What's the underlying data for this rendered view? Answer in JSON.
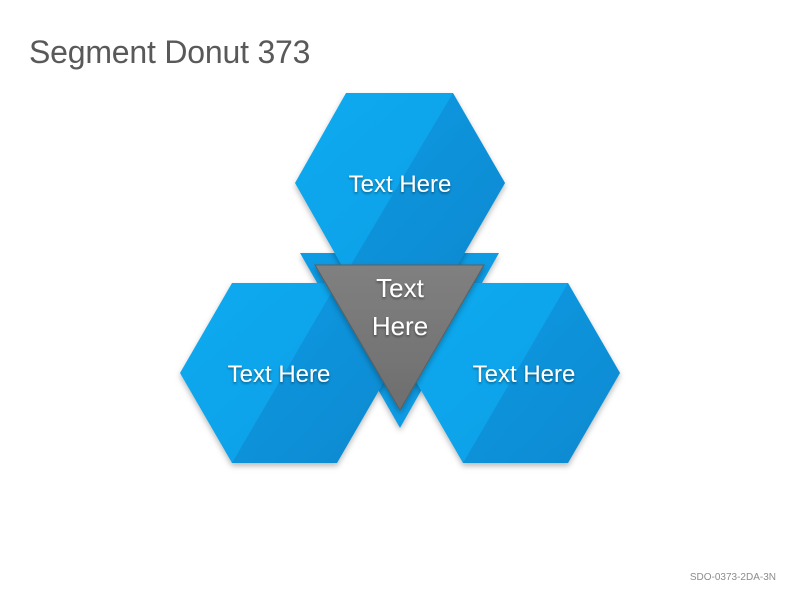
{
  "slide": {
    "title": "Segment Donut 373",
    "code": "SDO-0373-2DA-3N"
  },
  "diagram": {
    "segments": [
      {
        "id": "top",
        "label": "Text Here"
      },
      {
        "id": "left",
        "label": "Text Here"
      },
      {
        "id": "right",
        "label": "Text Here"
      }
    ],
    "center": {
      "line1": "Text",
      "line2": "Here"
    }
  },
  "colors": {
    "hexagon_light": "#0ba4ec",
    "hexagon_dark": "#0a7fc5",
    "triangle_fill": "#7a7a7a",
    "title_text": "#595959",
    "label_text": "#ffffff"
  }
}
